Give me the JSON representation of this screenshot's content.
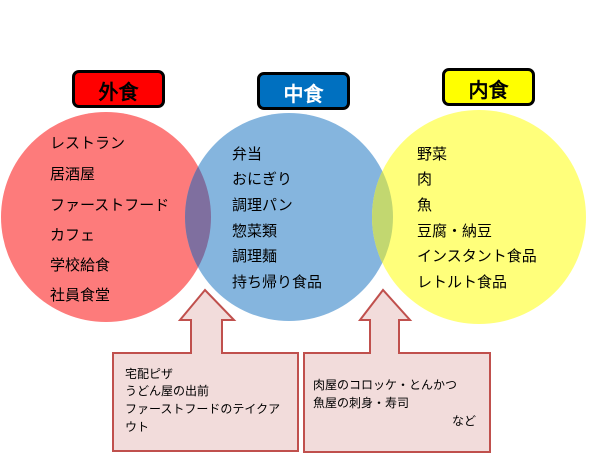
{
  "categories": {
    "outside": {
      "label": "外食",
      "label_bg": "#ff0000",
      "label_color": "#000000",
      "circle_color": "#fd7b7b"
    },
    "middle": {
      "label": "中食",
      "label_bg": "#0070c0",
      "label_color": "#ffffff",
      "circle_color": "#85b5de"
    },
    "inside": {
      "label": "内食",
      "label_bg": "#ffff00",
      "label_color": "#000000",
      "circle_color": "#ffff7b"
    }
  },
  "overlap_colors": {
    "outside_middle": "#7f6f9f",
    "middle_inside": "#c2d770"
  },
  "outside_items": [
    "レストラン",
    "居酒屋",
    "ファーストフード",
    "カフェ",
    "学校給食",
    "社員食堂"
  ],
  "middle_items": [
    "弁当",
    "おにぎり",
    "調理パン",
    "惣菜類",
    "調理麺",
    "持ち帰り食品"
  ],
  "inside_items": [
    "野菜",
    "肉",
    "魚",
    "豆腐・納豆",
    "インスタント食品",
    "レトルト食品"
  ],
  "callouts": {
    "left": {
      "lines": [
        "宅配ピザ",
        "うどん屋の出前",
        "ファーストフードのテイクア",
        "ウト"
      ],
      "fill": "#f2dcdb",
      "stroke": "#c0504d"
    },
    "right": {
      "lines": [
        "肉屋のコロッケ・とんかつ",
        "魚屋の刺身・寿司"
      ],
      "suffix": "など",
      "fill": "#f2dcdb",
      "stroke": "#c0504d"
    }
  }
}
